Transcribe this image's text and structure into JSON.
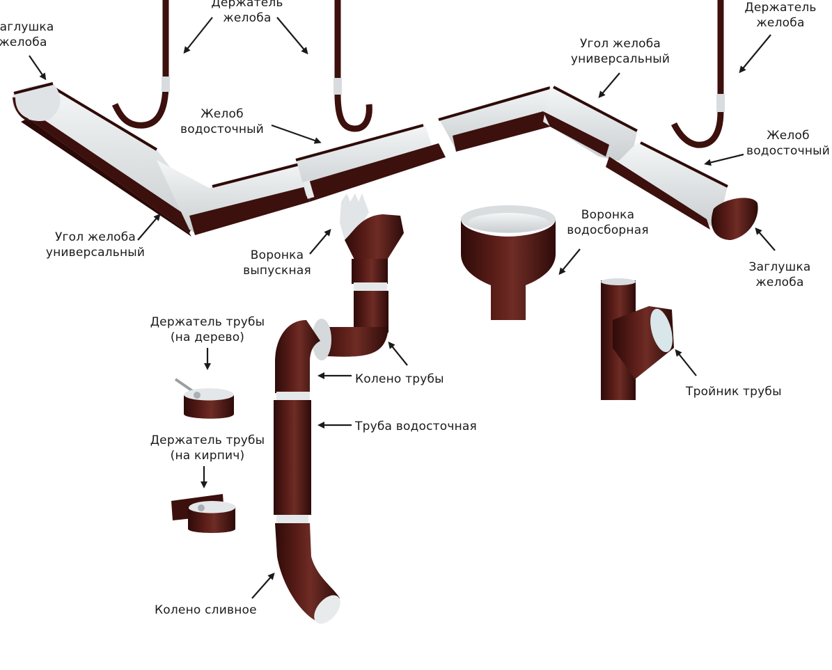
{
  "title": "Водосточная система — комплектующие",
  "colors": {
    "metal": "#4a1512",
    "metal_dark": "#2e0b09",
    "metal_light": "#6b2a24",
    "inner": "#e8ebec",
    "inner_shadow": "#c9ced0",
    "arrow": "#1a1a1a",
    "text": "#1a1a1a",
    "background": "#ffffff"
  },
  "labels": [
    {
      "id": "zaglushka-left",
      "lines": [
        "Заглушка",
        "желоба"
      ]
    },
    {
      "id": "derzhatel-top-center",
      "lines": [
        "Держатель",
        "желоба"
      ]
    },
    {
      "id": "derzhatel-top-right",
      "lines": [
        "Держатель",
        "желоба"
      ]
    },
    {
      "id": "ugol-top",
      "lines": [
        "Угол желоба",
        "универсальный"
      ]
    },
    {
      "id": "zhelob-center",
      "lines": [
        "Желоб",
        "водосточный"
      ]
    },
    {
      "id": "zhelob-right",
      "lines": [
        "Желоб",
        "водосточный"
      ]
    },
    {
      "id": "ugol-bottom",
      "lines": [
        "Угол желоба",
        "универсальный"
      ]
    },
    {
      "id": "voronka-vypusknaya",
      "lines": [
        "Воронка",
        "выпускная"
      ]
    },
    {
      "id": "voronka-vodosbornaya",
      "lines": [
        "Воронка",
        "водосборная"
      ]
    },
    {
      "id": "zaglushka-right",
      "lines": [
        "Заглушка",
        "желоба"
      ]
    },
    {
      "id": "derzhatel-truby-derevo",
      "lines": [
        "Держатель трубы",
        "(на дерево)"
      ]
    },
    {
      "id": "koleno-truby",
      "lines": [
        "Колено трубы"
      ]
    },
    {
      "id": "truba-vodostochnaya",
      "lines": [
        "Труба водосточная"
      ]
    },
    {
      "id": "derzhatel-truby-kirpich",
      "lines": [
        "Держатель трубы",
        "(на кирпич)"
      ]
    },
    {
      "id": "troynik-truby",
      "lines": [
        "Тройник трубы"
      ]
    },
    {
      "id": "koleno-slivnoe",
      "lines": [
        "Колено сливное"
      ]
    }
  ],
  "parts": [
    "gutter-end-cap-left",
    "gutter-section-left",
    "gutter-corner-left",
    "gutter-section-center",
    "gutter-section-right-upper",
    "gutter-corner-right",
    "gutter-section-right",
    "gutter-end-cap-right",
    "gutter-bracket-left",
    "gutter-bracket-center",
    "gutter-bracket-right",
    "outlet-funnel",
    "pipe-elbow",
    "downpipe",
    "drain-elbow",
    "collecting-funnel",
    "pipe-tee",
    "pipe-clamp-wood",
    "pipe-clamp-brick"
  ]
}
